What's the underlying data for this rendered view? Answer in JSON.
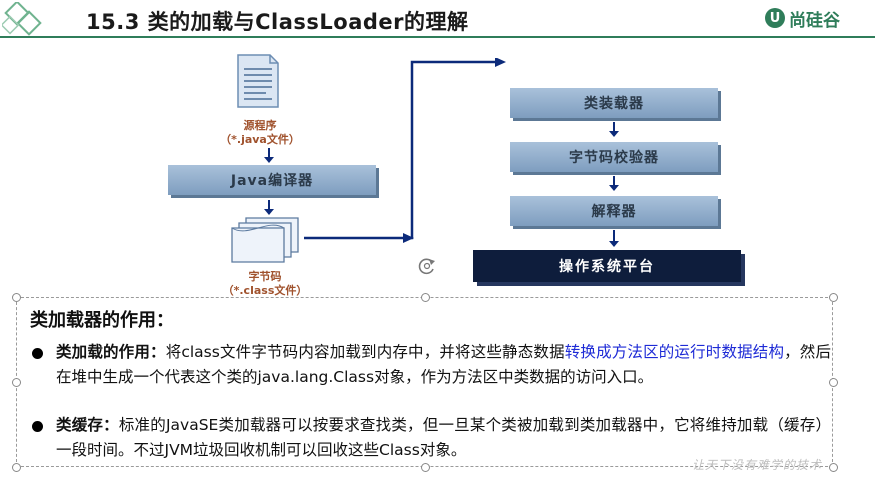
{
  "header": {
    "title": "15.3 类的加载与ClassLoader的理解",
    "brand": "尚硅谷",
    "brand_icon_char": "U"
  },
  "diagram": {
    "source": {
      "line1": "源程序",
      "line2": "（*.java文件）"
    },
    "compiler": "Java编译器",
    "bytecode": {
      "line1": "字节码",
      "line2": "（*.class文件）"
    },
    "stages": [
      "类装载器",
      "字节码校验器",
      "解释器"
    ],
    "platform": "操作系统平台",
    "colors": {
      "bar": "#8fabcc",
      "platform": "#0e1d3c",
      "arrow": "#0c2a7a",
      "label": "#a0522d"
    }
  },
  "textbox": {
    "title": "类加载器的作用：",
    "items": [
      {
        "term": "类加载的作用：",
        "text_a": "将class文件字节码内容加载到内存中，并将这些静态数据",
        "highlight": "转换成方法区的运行时数据结构",
        "text_b": "，然后在堆中生成一个代表这个类的java.lang.Class对象，作为方法区中类数据的访问入口。"
      },
      {
        "term": "类缓存：",
        "text_a": "标准的JavaSE类加载器可以按要求查找类，但一旦某个类被加载到类加载器中，它将维持加载（缓存）一段时间。不过JVM垃圾回收机制可以回收这些Class对象。",
        "highlight": "",
        "text_b": ""
      }
    ],
    "highlight_color": "#1e2bd6"
  },
  "watermark": "让天下没有难学的技术"
}
